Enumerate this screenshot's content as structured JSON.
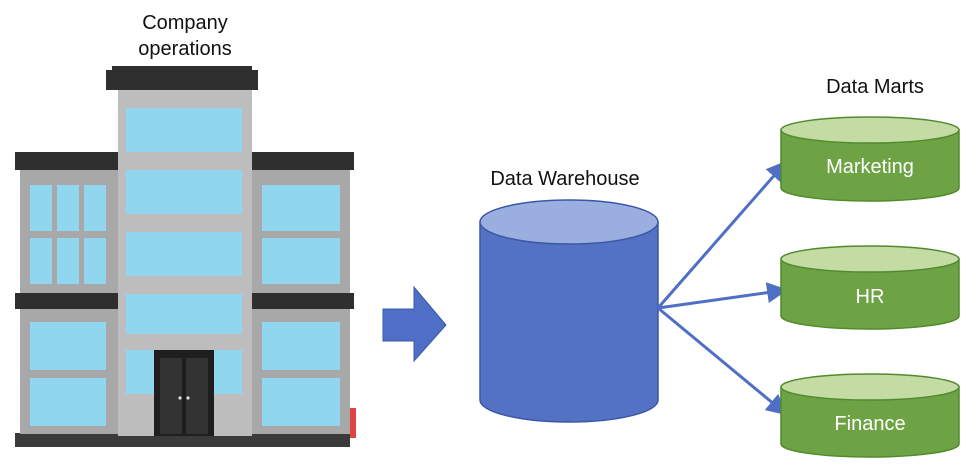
{
  "building": {
    "label": "Company\noperations"
  },
  "warehouse": {
    "label": "Data Warehouse",
    "body_color": "#5472c4",
    "top_color": "#9aaee0"
  },
  "data_marts": {
    "label": "Data Marts",
    "body_color": "#6da344",
    "top_color": "#c4dca4",
    "items": [
      {
        "label": "Marketing"
      },
      {
        "label": "HR"
      },
      {
        "label": "Finance"
      }
    ]
  },
  "arrow_color": "#4f6fc6"
}
